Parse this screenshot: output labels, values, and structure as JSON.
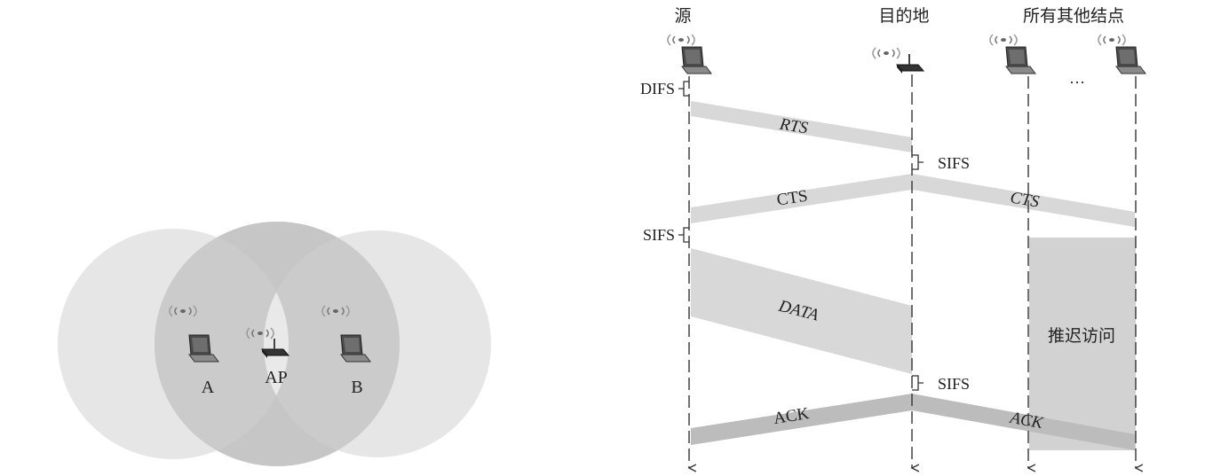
{
  "left_diagram": {
    "label_a": "A",
    "label_ap": "AP",
    "label_b": "B"
  },
  "timeline": {
    "header_source": "源",
    "header_destination": "目的地",
    "header_others": "所有其他结点",
    "ellipsis": "…",
    "difs_label": "DIFS",
    "sifs_label_1": "SIFS",
    "sifs_label_2": "SIFS",
    "sifs_label_3": "SIFS",
    "rts": "RTS",
    "cts_to_source": "CTS",
    "cts_to_others": "CTS",
    "data": "DATA",
    "ack_to_source": "ACK",
    "ack_to_others": "ACK",
    "defer_access": "推迟访问"
  },
  "colors": {
    "circle_outer": "#e6e6e6",
    "circle_overlap": "#c6c6c6",
    "lens_center": "#e9e9e9",
    "band_light": "#d8d8d8",
    "band_dark": "#bcbcbc",
    "defer_box": "#d2d2d2",
    "line": "#333333"
  }
}
